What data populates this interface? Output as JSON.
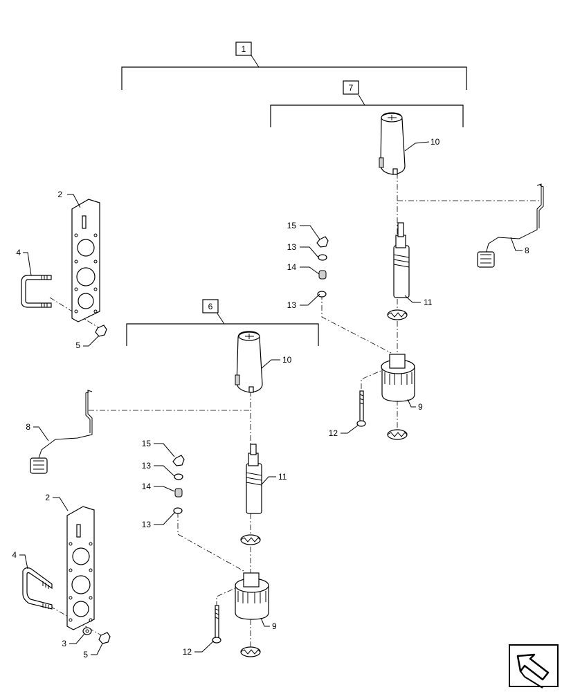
{
  "assemblies": [
    {
      "id": "asm-1",
      "label": "1"
    },
    {
      "id": "asm-7",
      "label": "7"
    },
    {
      "id": "asm-6",
      "label": "6"
    }
  ],
  "callouts": [
    {
      "id": "c-2-top",
      "label": "2"
    },
    {
      "id": "c-4-top",
      "label": "4"
    },
    {
      "id": "c-5-top",
      "label": "5"
    },
    {
      "id": "c-10-right",
      "label": "10"
    },
    {
      "id": "c-15-right",
      "label": "15"
    },
    {
      "id": "c-13a-right",
      "label": "13"
    },
    {
      "id": "c-14-right",
      "label": "14"
    },
    {
      "id": "c-13b-right",
      "label": "13"
    },
    {
      "id": "c-11-right",
      "label": "11"
    },
    {
      "id": "c-8-right",
      "label": "8"
    },
    {
      "id": "c-9-right",
      "label": "9"
    },
    {
      "id": "c-12-right",
      "label": "12"
    },
    {
      "id": "c-10-left",
      "label": "10"
    },
    {
      "id": "c-8-left",
      "label": "8"
    },
    {
      "id": "c-15-left",
      "label": "15"
    },
    {
      "id": "c-13a-left",
      "label": "13"
    },
    {
      "id": "c-14-left",
      "label": "14"
    },
    {
      "id": "c-13b-left",
      "label": "13"
    },
    {
      "id": "c-11-left",
      "label": "11"
    },
    {
      "id": "c-2-bottom",
      "label": "2"
    },
    {
      "id": "c-4-bottom",
      "label": "4"
    },
    {
      "id": "c-3-bottom",
      "label": "3"
    },
    {
      "id": "c-5-bottom",
      "label": "5"
    },
    {
      "id": "c-9-left",
      "label": "9"
    },
    {
      "id": "c-12-left",
      "label": "12"
    }
  ],
  "nav_icon": "arrow-icon"
}
